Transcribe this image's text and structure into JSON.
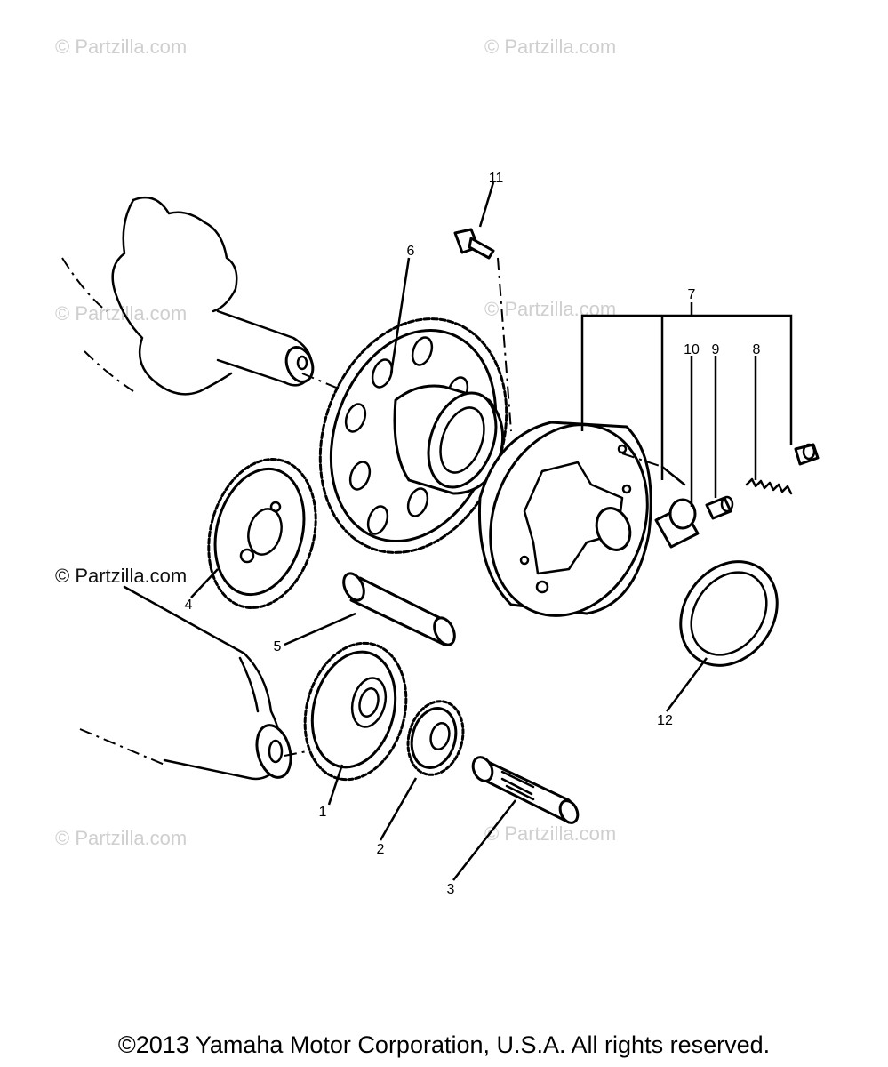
{
  "watermark": "© Partzilla.com",
  "callouts": {
    "p1": "1",
    "p2": "2",
    "p3": "3",
    "p4": "4",
    "p5": "5",
    "p6": "6",
    "p7": "7",
    "p8": "8",
    "p9": "9",
    "p10": "10",
    "p11": "11",
    "p12": "12"
  },
  "footer": {
    "copyright": "©2013  Yamaha Motor Corporation, U.S.A. All rights reserved."
  }
}
